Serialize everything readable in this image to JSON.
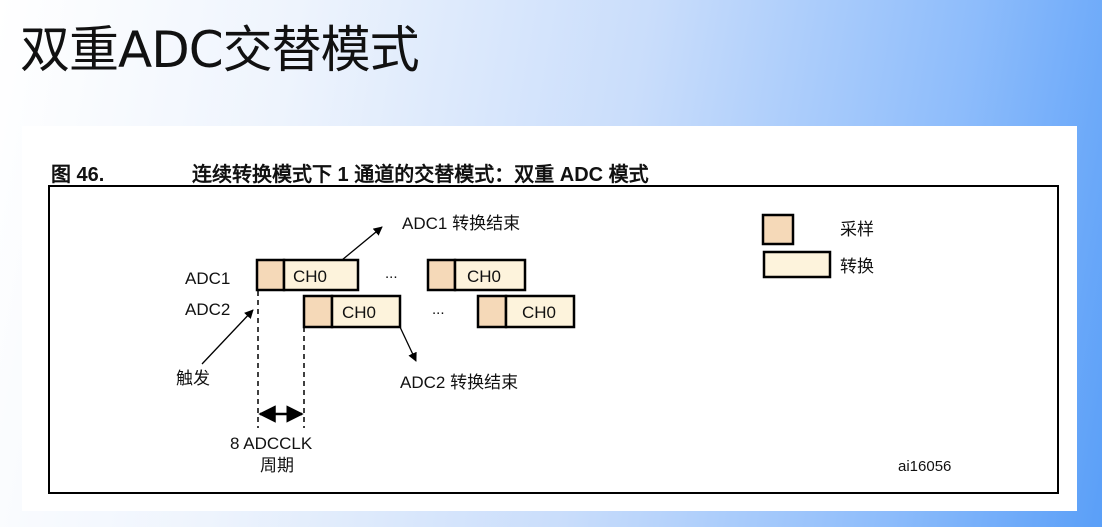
{
  "slide": {
    "title": "双重ADC交替模式"
  },
  "figure": {
    "label": "图 46.",
    "caption": "连续转换模式下 1 通道的交替模式：双重 ADC 模式",
    "id": "ai16056"
  },
  "diagram": {
    "rows": [
      {
        "label": "ADC1",
        "channel": "CH0",
        "ellipsis": "..."
      },
      {
        "label": "ADC2",
        "channel": "CH0",
        "ellipsis": "..."
      }
    ],
    "annotations": {
      "adc1_end": "ADC1 转换结束",
      "adc2_end": "ADC2 转换结束",
      "trigger": "触发",
      "period_line1": "8 ADCCLK",
      "period_line2": "周期"
    },
    "legend": [
      {
        "label": "采样",
        "kind": "sample"
      },
      {
        "label": "转换",
        "kind": "convert"
      }
    ],
    "colors": {
      "sample": "#f5d9b8",
      "convert": "#fdf3dc",
      "stroke": "#000000"
    }
  }
}
